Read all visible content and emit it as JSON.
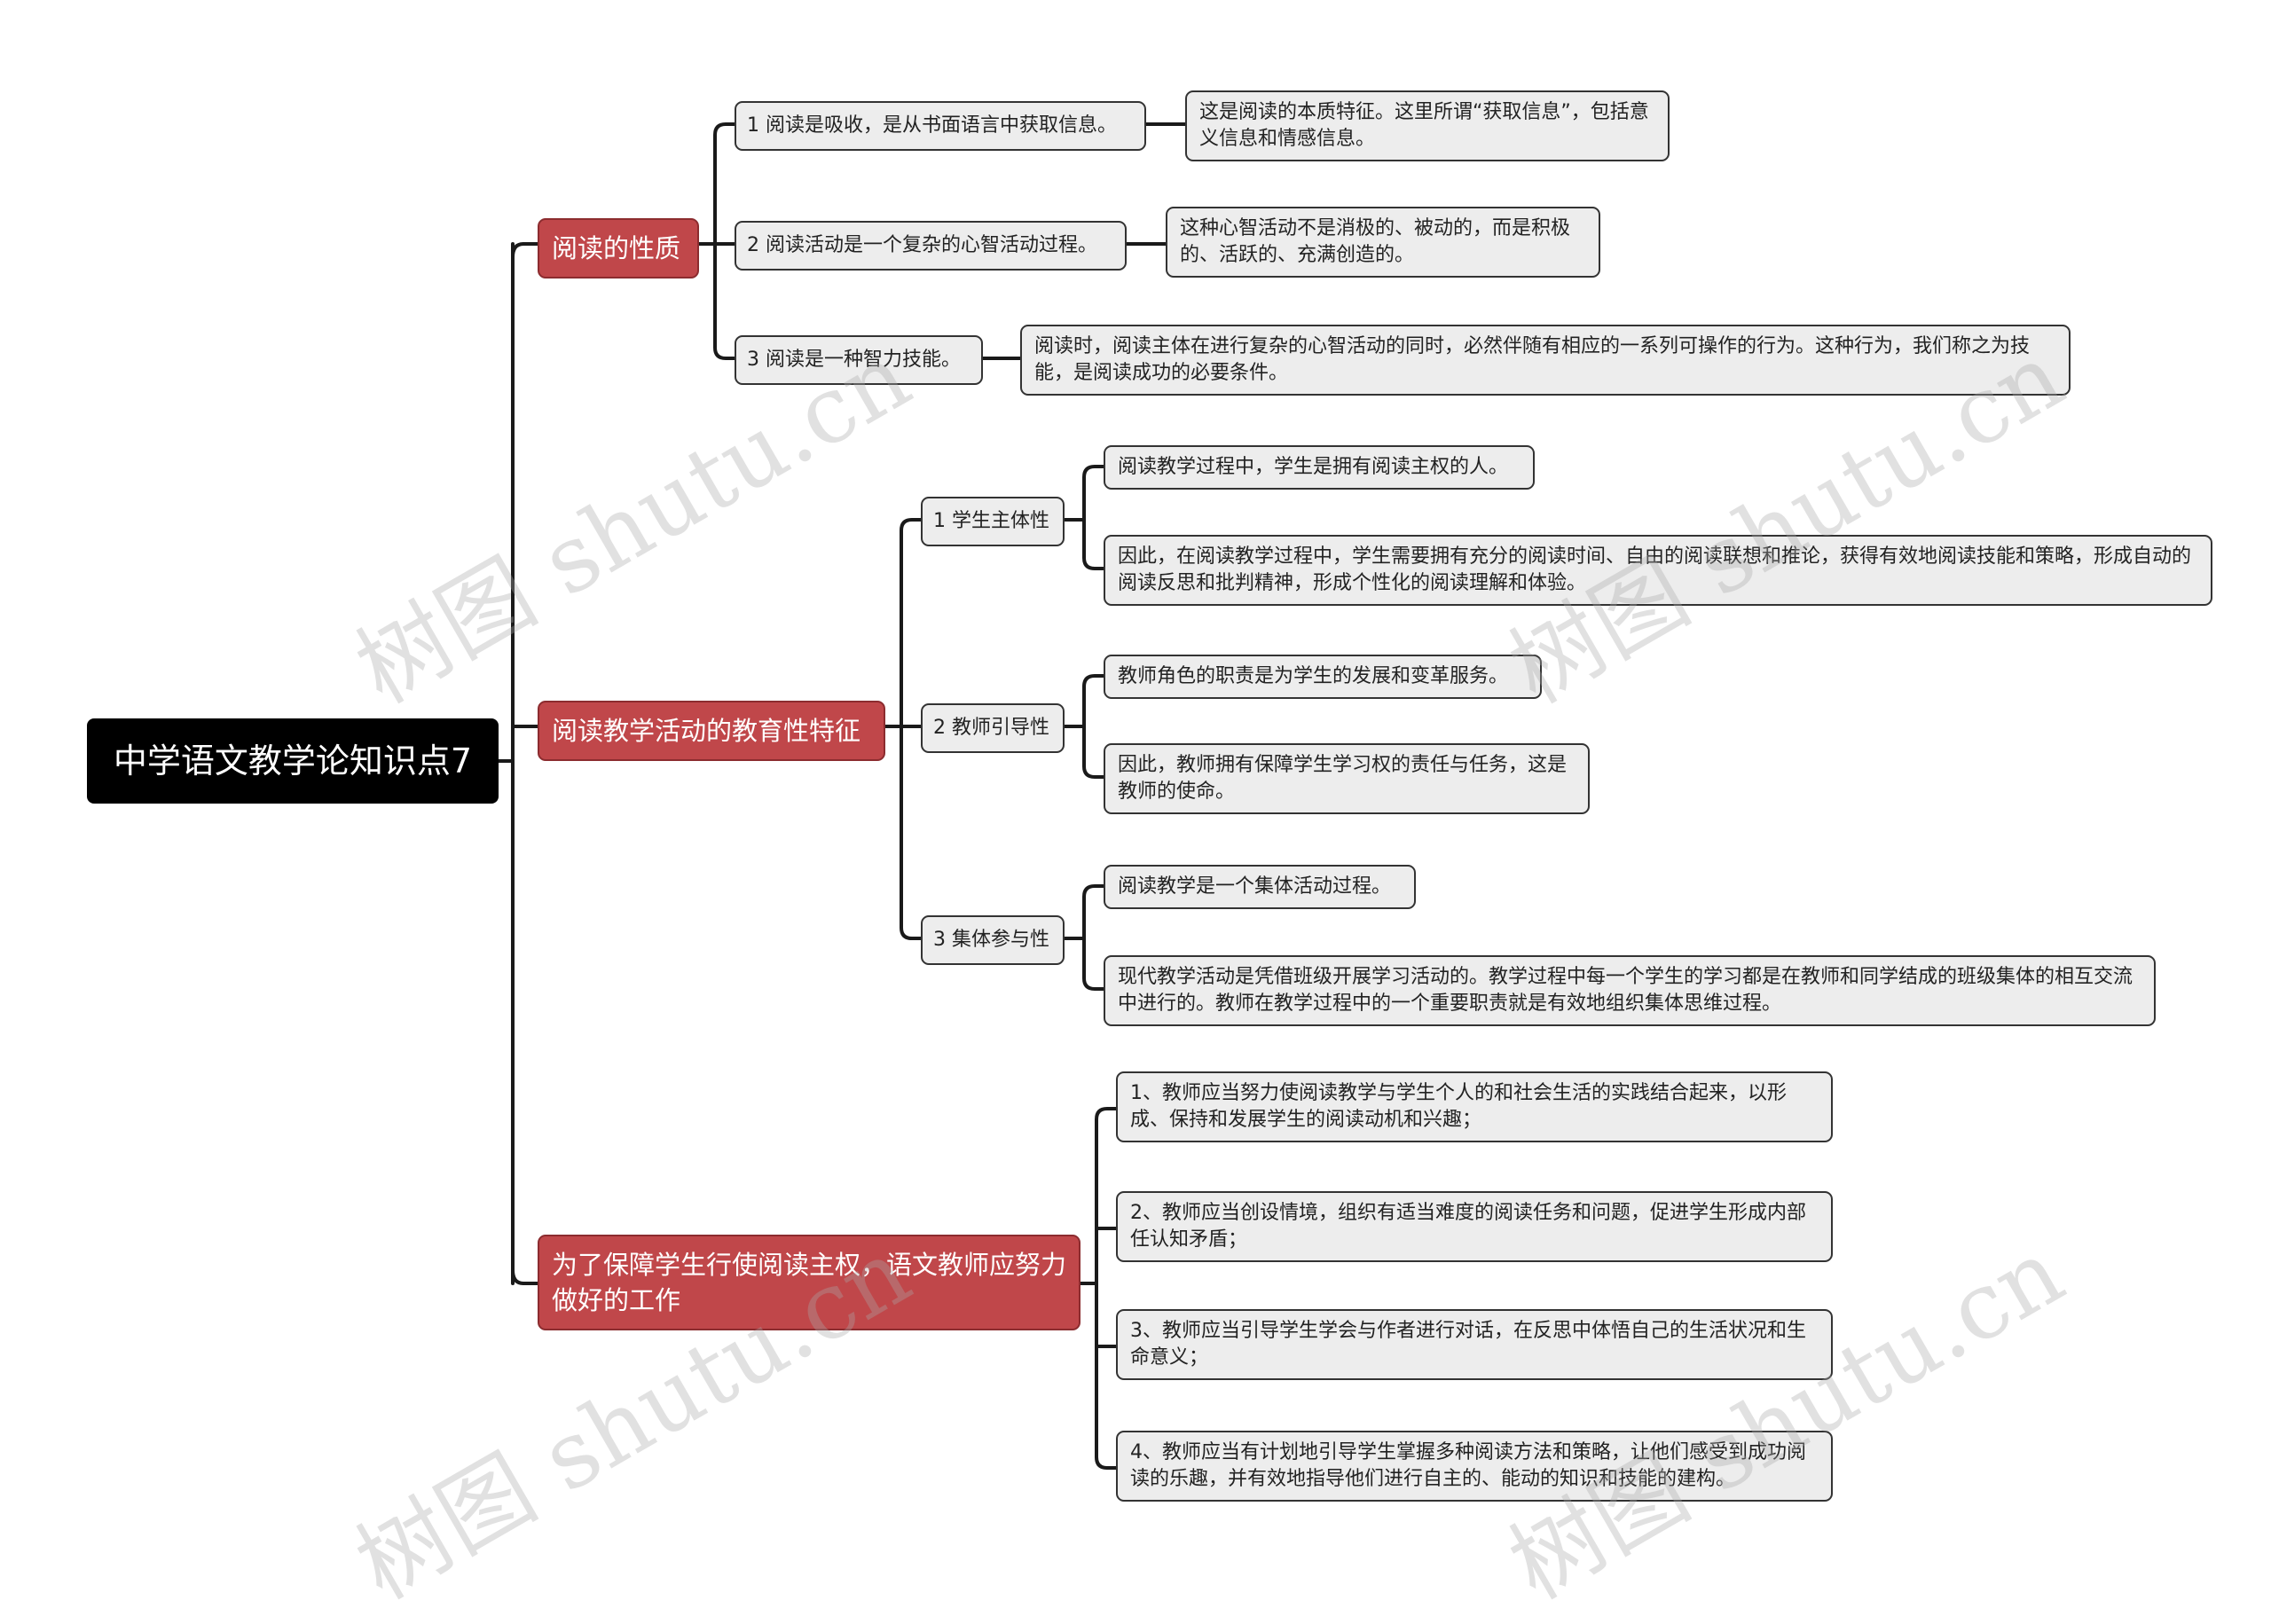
{
  "root": {
    "title": "中学语文教学论知识点7"
  },
  "branch1": {
    "label": "阅读的性质",
    "items": [
      {
        "label": "1 阅读是吸收，是从书面语言中获取信息。",
        "note": "这是阅读的本质特征。这里所谓“获取信息”，包括意义信息和情感信息。"
      },
      {
        "label": "2 阅读活动是一个复杂的心智活动过程。",
        "note": "这种心智活动不是消极的、被动的，而是积极的、活跃的、充满创造的。"
      },
      {
        "label": "3 阅读是一种智力技能。",
        "note": "阅读时，阅读主体在进行复杂的心智活动的同时，必然伴随有相应的一系列可操作的行为。这种行为，我们称之为技能，是阅读成功的必要条件。"
      }
    ]
  },
  "branch2": {
    "label": "阅读教学活动的教育性特征",
    "items": [
      {
        "label": "1 学生主体性",
        "notes": [
          "阅读教学过程中，学生是拥有阅读主权的人。",
          "因此，在阅读教学过程中，学生需要拥有充分的阅读时间、自由的阅读联想和推论，获得有效地阅读技能和策略，形成自动的阅读反思和批判精神，形成个性化的阅读理解和体验。"
        ]
      },
      {
        "label": "2 教师引导性",
        "notes": [
          "教师角色的职责是为学生的发展和变革服务。",
          "因此，教师拥有保障学生学习权的责任与任务，这是教师的使命。"
        ]
      },
      {
        "label": "3 集体参与性",
        "notes": [
          "阅读教学是一个集体活动过程。",
          "现代教学活动是凭借班级开展学习活动的。教学过程中每一个学生的学习都是在教师和同学结成的班级集体的相互交流中进行的。教师在教学过程中的一个重要职责就是有效地组织集体思维过程。"
        ]
      }
    ]
  },
  "branch3": {
    "label": "为了保障学生行使阅读主权，语文教师应努力做好的工作",
    "items": [
      "1、教师应当努力使阅读教学与学生个人的和社会生活的实践结合起来，以形成、保持和发展学生的阅读动机和兴趣；",
      "2、教师应当创设情境，组织有适当难度的阅读任务和问题，促进学生形成内部任认知矛盾；",
      "3、教师应当引导学生学会与作者进行对话，在反思中体悟自己的生活状况和生命意义；",
      "4、教师应当有计划地引导学生掌握多种阅读方法和策略，让他们感受到成功阅读的乐趣，并有效地指导他们进行自主的、能动的知识和技能的建构。"
    ]
  },
  "watermark": "树图 shutu.cn",
  "colors": {
    "root_bg": "#000000",
    "branch_bg": "#c0474a",
    "node_bg": "#ededed",
    "line": "#1a1a1a"
  }
}
